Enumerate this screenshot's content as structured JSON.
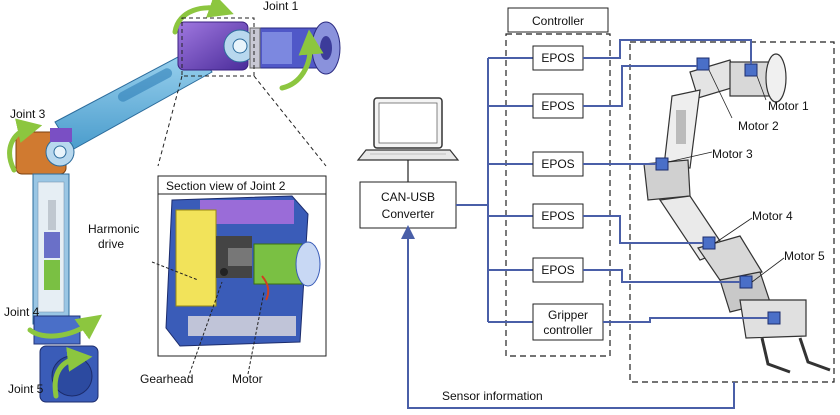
{
  "left": {
    "joint_labels": [
      "Joint 1",
      "Joint 3",
      "Joint 4",
      "Joint 5"
    ],
    "section_title": "Section view of Joint 2",
    "callouts": {
      "harmonic_line1": "Harmonic",
      "harmonic_line2": "drive",
      "gearhead": "Gearhead",
      "motor": "Motor"
    }
  },
  "right": {
    "controller_title": "Controller",
    "epos_label": "EPOS",
    "gripper_line1": "Gripper",
    "gripper_line2": "controller",
    "converter_line1": "CAN-USB",
    "converter_line2": "Converter",
    "motors": [
      "Motor 1",
      "Motor 2",
      "Motor 3",
      "Motor 4",
      "Motor 5"
    ],
    "sensor_info": "Sensor information"
  },
  "colors": {
    "wire": "#4a5fa8",
    "arm_blue": "#6ab4dc",
    "joint_purple": "#7a4fc4",
    "joint_orange": "#d07a30",
    "rotation_arrow": "#8cc63f",
    "harmonic_yellow": "#f2e35a",
    "motor_green": "#7ac043"
  }
}
